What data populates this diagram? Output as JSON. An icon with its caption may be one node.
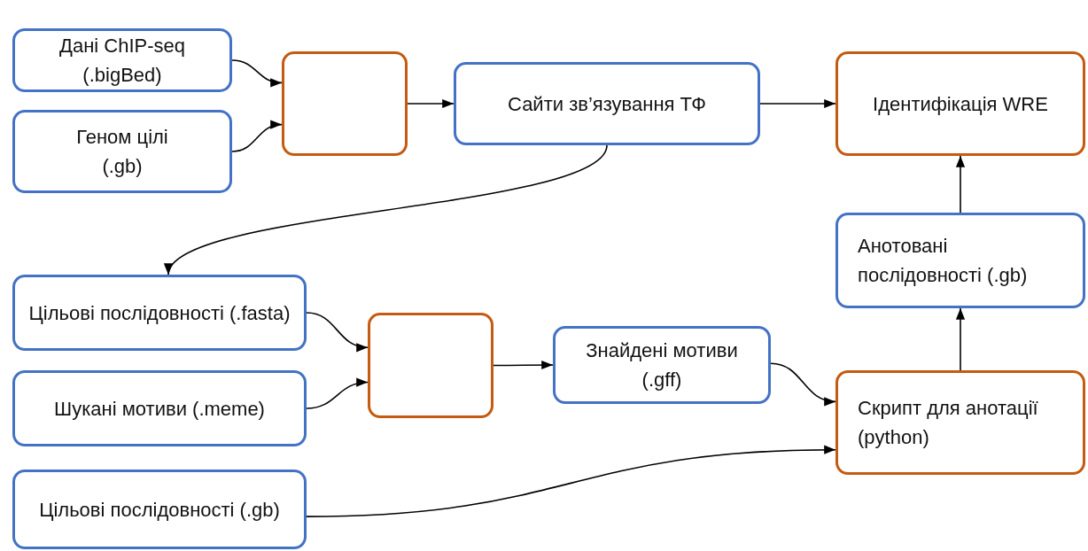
{
  "diagram": {
    "nodes": [
      {
        "text": [
          "Дані ChIP-seq (.bigBed)"
        ]
      },
      {
        "text": [
          "Геном цілі (.gb)"
        ]
      },
      {
        "text": [],
        "shape": "box"
      },
      {
        "text": [
          "Сайти зв’язування ТФ"
        ]
      },
      {
        "text": [
          "Ідентифікація WRE"
        ]
      },
      {
        "text": [
          "Анотовані послідовності (.gb)"
        ]
      },
      {
        "text": [
          "Цільові послідовності (.fasta)"
        ]
      },
      {
        "text": [
          "Шукані мотиви (.meme)"
        ]
      },
      {
        "text": [],
        "shape": "box"
      },
      {
        "text": [
          "Знайдені мотиви (.gff)"
        ]
      },
      {
        "text": [
          "Скрипт для анотації (python)"
        ]
      },
      {
        "text": [
          "Цільові послідовності (.gb)"
        ]
      }
    ],
    "edges": [
      {
        "from": 0,
        "to": 2,
        "arrow": "to"
      },
      {
        "from": 1,
        "to": 2,
        "arrow": "to"
      },
      {
        "from": 2,
        "to": 3,
        "arrow": "to"
      },
      {
        "from": 3,
        "to": 4,
        "arrow": "to"
      },
      {
        "from": 3,
        "to": 6,
        "arrow": "to"
      },
      {
        "from": 6,
        "to": 8,
        "arrow": "to"
      },
      {
        "from": 7,
        "to": 8,
        "arrow": "to"
      },
      {
        "from": 8,
        "to": 9,
        "arrow": "to"
      },
      {
        "from": 9,
        "to": 10,
        "arrow": "to"
      },
      {
        "from": 11,
        "to": 10,
        "arrow": "to"
      },
      {
        "from": 10,
        "to": 5,
        "arrow": "to"
      },
      {
        "from": 5,
        "to": 4,
        "arrow": "to"
      }
    ]
  }
}
